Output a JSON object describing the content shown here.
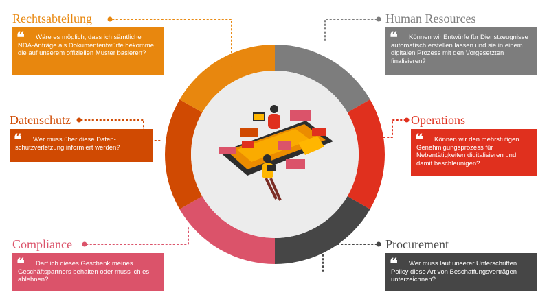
{
  "colors": {
    "legal": "#e8870e",
    "hr": "#7d7d7d",
    "ops": "#e0301e",
    "proc": "#464646",
    "compliance": "#db536a",
    "privacy": "#d04a02",
    "center": "#ececec"
  },
  "sections": {
    "legal": {
      "title": "Rechtsabteilung",
      "text": "Wäre es möglich, dass ich sämtliche NDA-Anträge als Dokumententwürfe bekomme, die auf unserem offiziellen Muster basieren?"
    },
    "hr": {
      "title": "Human Resources",
      "text": "Können wir Entwürfe für Dienstzeugnisse automatisch erstellen lassen und sie in einem digitalen Prozess mit den Vorgesetzten finalisieren?"
    },
    "privacy": {
      "title": "Datenschutz",
      "text": "Wer muss über diese Daten-schutzverletzung informiert werden?"
    },
    "ops": {
      "title": "Operations",
      "text": "Können wir den mehrstufigen Genehmigungsprozess für Nebentätigkeiten digitalisieren und damit beschleunigen?"
    },
    "compliance": {
      "title": "Compliance",
      "text": "Darf ich dieses Geschenk meines Geschäftspartners behalten oder muss ich es ablehnen?"
    },
    "proc": {
      "title": "Procurement",
      "text": "Wer muss laut unserer Unterschriften Policy diese Art von Beschaffungsverträgen unterzeichnen?"
    }
  }
}
